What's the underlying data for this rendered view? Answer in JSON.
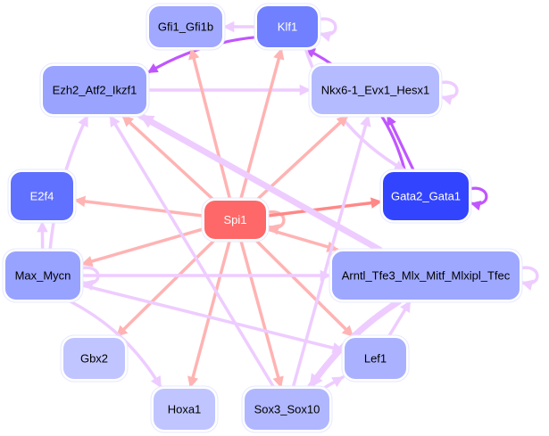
{
  "diagram": {
    "type": "directed-network",
    "colors": {
      "activation_edge": "#ffb3b3",
      "activation_edge_strong": "#ff8888",
      "interaction_edge": "#eeccff",
      "interaction_edge_strong": "#c055ff",
      "node_outline": "#e6e8ff",
      "background": "#ffffff"
    },
    "nodes": [
      {
        "id": "Gfi1_Gfi1b",
        "label": "Gfi1_Gfi1b",
        "fill": "#a0a8ff",
        "text": "#000000"
      },
      {
        "id": "Klf1",
        "label": "Klf1",
        "fill": "#7080ff",
        "text": "#ffffff"
      },
      {
        "id": "Ezh2_Atf2_Ikzf1",
        "label": "Ezh2_Atf2_Ikzf1",
        "fill": "#9aa4ff",
        "text": "#000000"
      },
      {
        "id": "Nkx6-1_Evx1_Hesx1",
        "label": "Nkx6-1_Evx1_Hesx1",
        "fill": "#b5bbff",
        "text": "#000000"
      },
      {
        "id": "E2f4",
        "label": "E2f4",
        "fill": "#6070ff",
        "text": "#ffffff"
      },
      {
        "id": "Gata2_Gata1",
        "label": "Gata2_Gata1",
        "fill": "#3344ff",
        "text": "#ffffff"
      },
      {
        "id": "Spi1",
        "label": "Spi1",
        "fill": "#ff6868",
        "text": "#ffffff"
      },
      {
        "id": "Max_Mycn",
        "label": "Max_Mycn",
        "fill": "#98a2ff",
        "text": "#000000"
      },
      {
        "id": "Arntl_Tfe3_Mlx_Mitf_Mlxipl_Tfec",
        "label": "Arntl_Tfe3_Mlx_Mitf_Mlxipl_Tfec",
        "fill": "#9ea8ff",
        "text": "#000000"
      },
      {
        "id": "Gbx2",
        "label": "Gbx2",
        "fill": "#c0c5ff",
        "text": "#000000"
      },
      {
        "id": "Lef1",
        "label": "Lef1",
        "fill": "#aab2ff",
        "text": "#000000"
      },
      {
        "id": "Hoxa1",
        "label": "Hoxa1",
        "fill": "#c0c5ff",
        "text": "#000000"
      },
      {
        "id": "Sox3_Sox10",
        "label": "Sox3_Sox10",
        "fill": "#b0b7ff",
        "text": "#000000"
      }
    ],
    "edges": [
      {
        "from": "Klf1",
        "to": "Gfi1_Gfi1b",
        "kind": "interaction"
      },
      {
        "from": "Klf1",
        "to": "Klf1",
        "kind": "interaction"
      },
      {
        "from": "Klf1",
        "to": "Ezh2_Atf2_Ikzf1",
        "kind": "interaction_strong"
      },
      {
        "from": "Ezh2_Atf2_Ikzf1",
        "to": "Nkx6-1_Evx1_Hesx1",
        "kind": "interaction"
      },
      {
        "from": "Nkx6-1_Evx1_Hesx1",
        "to": "Nkx6-1_Evx1_Hesx1",
        "kind": "interaction"
      },
      {
        "from": "Gata2_Gata1",
        "to": "Klf1",
        "kind": "interaction_strong"
      },
      {
        "from": "Klf1",
        "to": "Gata2_Gata1",
        "kind": "interaction"
      },
      {
        "from": "Gata2_Gata1",
        "to": "Nkx6-1_Evx1_Hesx1",
        "kind": "interaction_strong"
      },
      {
        "from": "Gata2_Gata1",
        "to": "Gata2_Gata1",
        "kind": "interaction_strong"
      },
      {
        "from": "Spi1",
        "to": "Spi1",
        "kind": "activation"
      },
      {
        "from": "Spi1",
        "to": "Gfi1_Gfi1b",
        "kind": "activation"
      },
      {
        "from": "Spi1",
        "to": "Klf1",
        "kind": "activation"
      },
      {
        "from": "Spi1",
        "to": "Ezh2_Atf2_Ikzf1",
        "kind": "activation"
      },
      {
        "from": "Spi1",
        "to": "Nkx6-1_Evx1_Hesx1",
        "kind": "activation"
      },
      {
        "from": "Spi1",
        "to": "E2f4",
        "kind": "activation"
      },
      {
        "from": "Spi1",
        "to": "Gata2_Gata1",
        "kind": "activation_strong"
      },
      {
        "from": "Spi1",
        "to": "Max_Mycn",
        "kind": "activation"
      },
      {
        "from": "Spi1",
        "to": "Arntl_Tfe3_Mlx_Mitf_Mlxipl_Tfec",
        "kind": "activation"
      },
      {
        "from": "Spi1",
        "to": "Gbx2",
        "kind": "activation"
      },
      {
        "from": "Spi1",
        "to": "Hoxa1",
        "kind": "activation"
      },
      {
        "from": "Spi1",
        "to": "Sox3_Sox10",
        "kind": "activation"
      },
      {
        "from": "Spi1",
        "to": "Lef1",
        "kind": "activation"
      },
      {
        "from": "Max_Mycn",
        "to": "E2f4",
        "kind": "interaction"
      },
      {
        "from": "Max_Mycn",
        "to": "Ezh2_Atf2_Ikzf1",
        "kind": "interaction"
      },
      {
        "from": "Max_Mycn",
        "to": "Max_Mycn",
        "kind": "interaction"
      },
      {
        "from": "Max_Mycn",
        "to": "Arntl_Tfe3_Mlx_Mitf_Mlxipl_Tfec",
        "kind": "interaction"
      },
      {
        "from": "Max_Mycn",
        "to": "Lef1",
        "kind": "interaction"
      },
      {
        "from": "Max_Mycn",
        "to": "Hoxa1",
        "kind": "interaction"
      },
      {
        "from": "Arntl_Tfe3_Mlx_Mitf_Mlxipl_Tfec",
        "to": "Ezh2_Atf2_Ikzf1",
        "kind": "interaction_thick"
      },
      {
        "from": "Arntl_Tfe3_Mlx_Mitf_Mlxipl_Tfec",
        "to": "Arntl_Tfe3_Mlx_Mitf_Mlxipl_Tfec",
        "kind": "interaction"
      },
      {
        "from": "Arntl_Tfe3_Mlx_Mitf_Mlxipl_Tfec",
        "to": "Sox3_Sox10",
        "kind": "interaction_thick"
      },
      {
        "from": "Sox3_Sox10",
        "to": "Ezh2_Atf2_Ikzf1",
        "kind": "interaction"
      },
      {
        "from": "Sox3_Sox10",
        "to": "Nkx6-1_Evx1_Hesx1",
        "kind": "interaction"
      },
      {
        "from": "Sox3_Sox10",
        "to": "Lef1",
        "kind": "interaction"
      },
      {
        "from": "Lef1",
        "to": "Arntl_Tfe3_Mlx_Mitf_Mlxipl_Tfec",
        "kind": "interaction"
      }
    ]
  }
}
